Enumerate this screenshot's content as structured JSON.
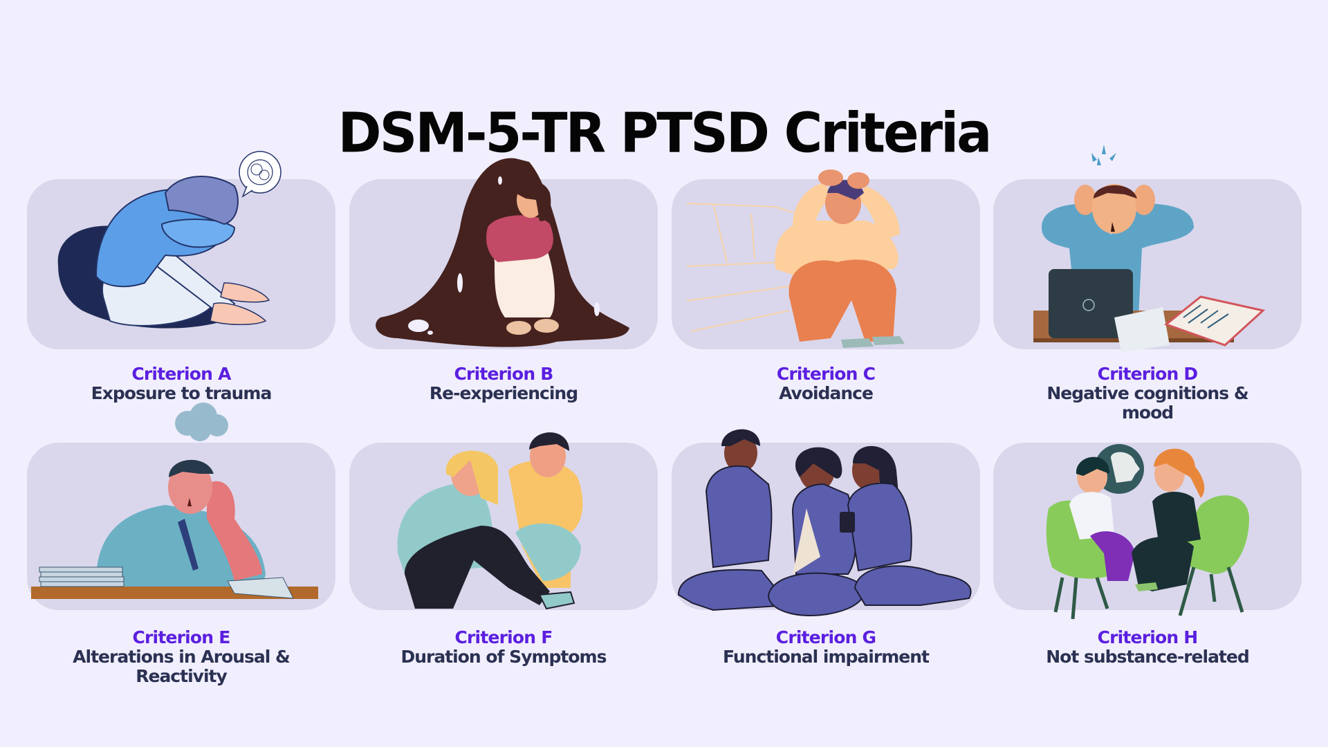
{
  "page": {
    "title": "DSM-5-TR PTSD Criteria",
    "colors": {
      "background": "#F1EFFD",
      "panel": "#DAD7EC",
      "criterion_accent": "#5B1FE0",
      "description_text": "#2B3152",
      "title_text": "#050505"
    }
  },
  "criteria": [
    {
      "label": "Criterion A",
      "description": "Exposure to trauma",
      "illustration": "person-hugging-knees-with-tangled-thought-bubble"
    },
    {
      "label": "Criterion B",
      "description": "Re-experiencing",
      "illustration": "person-engulfed-by-dark-shadow-figure"
    },
    {
      "label": "Criterion C",
      "description": "Avoidance",
      "illustration": "person-sitting-holding-head-by-couch"
    },
    {
      "label": "Criterion D",
      "description": "Negative cognitions & mood",
      "illustration": "stressed-person-at-desk-with-laptop-and-book"
    },
    {
      "label": "Criterion E",
      "description": "Alterations in Arousal & Reactivity",
      "illustration": "exhausted-worker-at-desk-with-storm-cloud"
    },
    {
      "label": "Criterion F",
      "description": "Duration of Symptoms",
      "illustration": "person-comforting-distressed-friend"
    },
    {
      "label": "Criterion G",
      "description": "Functional impairment",
      "illustration": "three-friends-sitting-with-phone"
    },
    {
      "label": "Criterion H",
      "description": "Not substance-related",
      "illustration": "therapy-session-two-people-in-chairs"
    }
  ]
}
